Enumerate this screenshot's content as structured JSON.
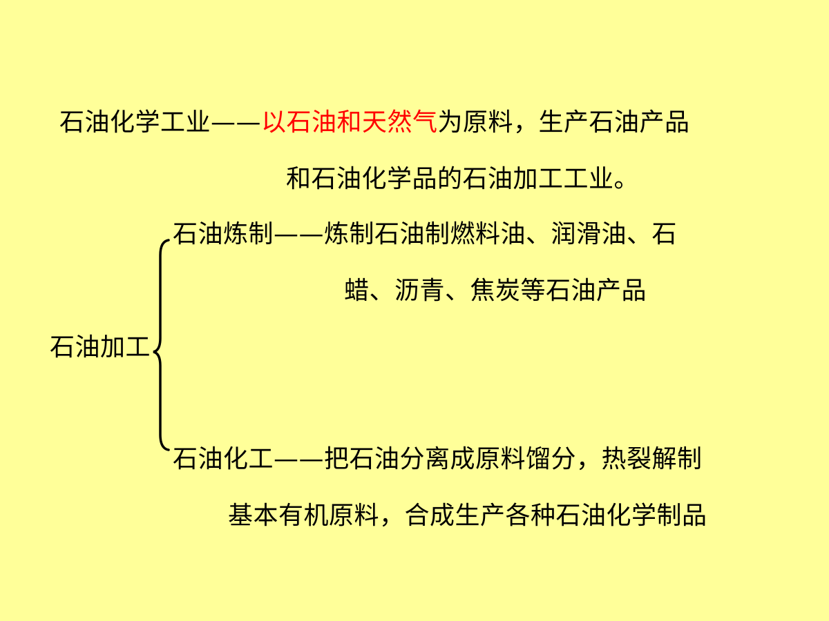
{
  "definition": {
    "term": "石油化学工业——",
    "highlight": "以石油和天然气",
    "rest_line1": "为原料，生产石油产品",
    "line2": "和石油化学品的石油加工工业。",
    "highlight_color": "#FF0000"
  },
  "tree": {
    "root": "石油加工",
    "branches": [
      {
        "line1": "石油炼制——炼制石油制燃料油、润滑油、石",
        "line2": "蜡、沥青、焦炭等石油产品"
      },
      {
        "line1": "石油化工——把石油分离成原料馏分，热裂解制",
        "line2": "基本有机原料，合成生产各种石油化学制品"
      }
    ]
  },
  "colors": {
    "background": "#FFFF99",
    "text": "#000000"
  }
}
